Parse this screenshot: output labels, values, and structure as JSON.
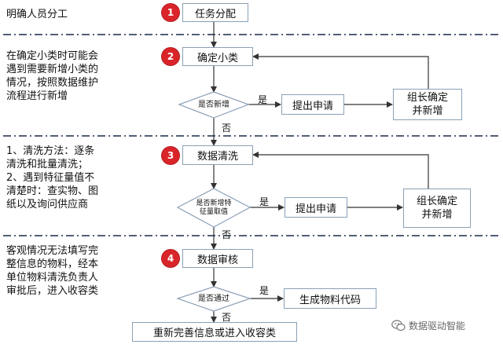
{
  "sections": [
    {
      "number": "1",
      "description": "明确人员分工",
      "step": "任务分配"
    },
    {
      "number": "2",
      "description": "在确定小类时可能会\n遇到需要新增小类的\n情况，按照数据维护\n流程进行新增",
      "step": "确定小类",
      "decision": "是否新增",
      "yes_label": "是",
      "no_label": "否",
      "action": "提出申请",
      "approver_line1": "组长确定",
      "approver_line2": "并新增"
    },
    {
      "number": "3",
      "description": "1、清洗方法：逐条\n清洗和批量清洗；\n2、遇到特征量值不\n清楚时：查实物、图\n纸以及询问供应商",
      "step": "数据清洗",
      "decision_line1": "是否新增特",
      "decision_line2": "征量取值",
      "yes_label": "是",
      "no_label": "否",
      "action": "提出申请",
      "approver_line1": "组长确定",
      "approver_line2": "并新增"
    },
    {
      "number": "4",
      "description": "客观情况无法填写完\n整信息的物料，经本\n单位物料清洗负责人\n审批后，进入收容类",
      "step": "数据审核",
      "decision": "是否通过",
      "yes_label": "是",
      "no_label": "否",
      "action": "生成物料代码",
      "final": "重新完善信息或进入收容类"
    }
  ],
  "footer": {
    "text": "数据驱动智能",
    "icon": "wechat-icon"
  },
  "colors": {
    "badge": "#d9252a",
    "border": "#8aa0b6",
    "line": "#333333",
    "separator": "#1a2a4a"
  }
}
